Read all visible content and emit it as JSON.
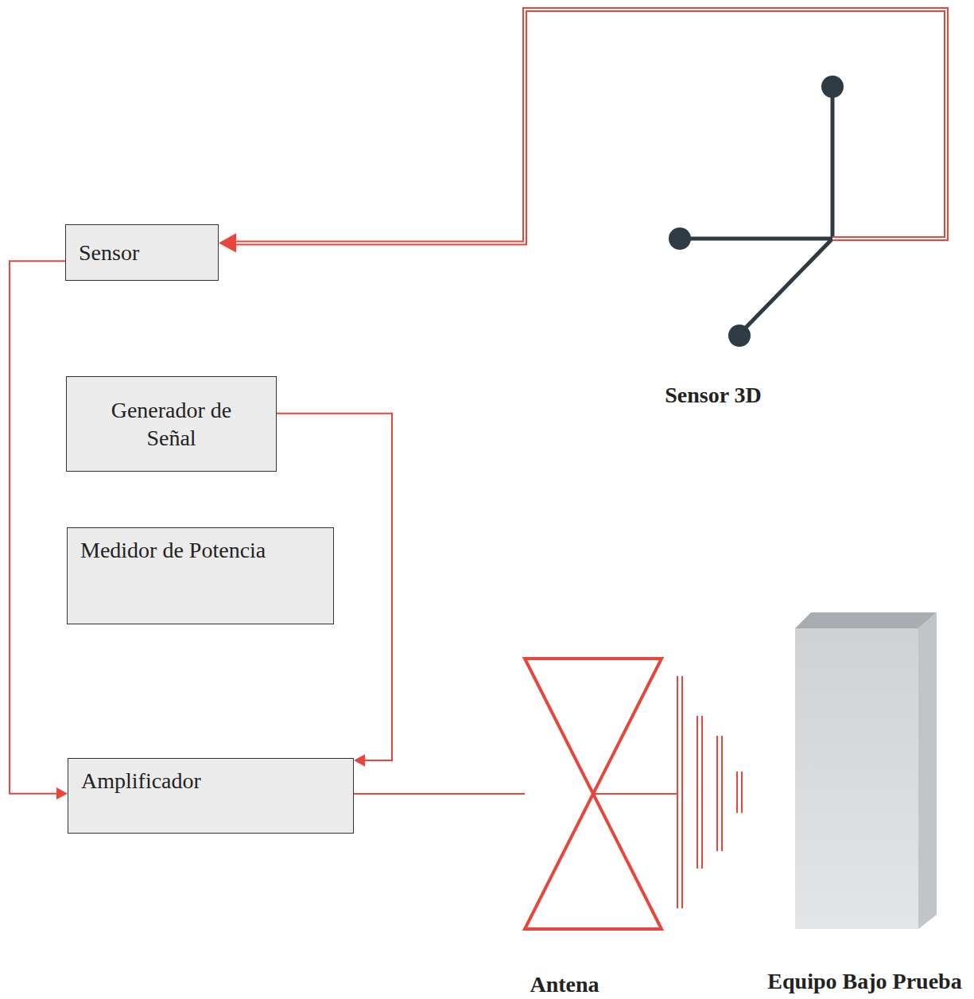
{
  "diagram": {
    "nodes": [
      {
        "text": [
          "Sensor"
        ]
      },
      {
        "text": [
          "Sensor 3D"
        ]
      },
      {
        "text": [
          "Generador de Señal"
        ]
      },
      {
        "text": [
          "Medidor de Potencia"
        ]
      },
      {
        "text": [
          "Amplificador"
        ]
      },
      {
        "text": [
          "Antena"
        ]
      },
      {
        "text": [
          "Equipo Bajo Prueba"
        ]
      }
    ],
    "edges": [
      {
        "from": 1,
        "to": 0,
        "arrow": "to"
      },
      {
        "from": 0,
        "to": 4,
        "arrow": "to"
      },
      {
        "from": 2,
        "to": 4,
        "arrow": "to"
      },
      {
        "from": 4,
        "to": 5,
        "arrow": "none"
      }
    ]
  }
}
